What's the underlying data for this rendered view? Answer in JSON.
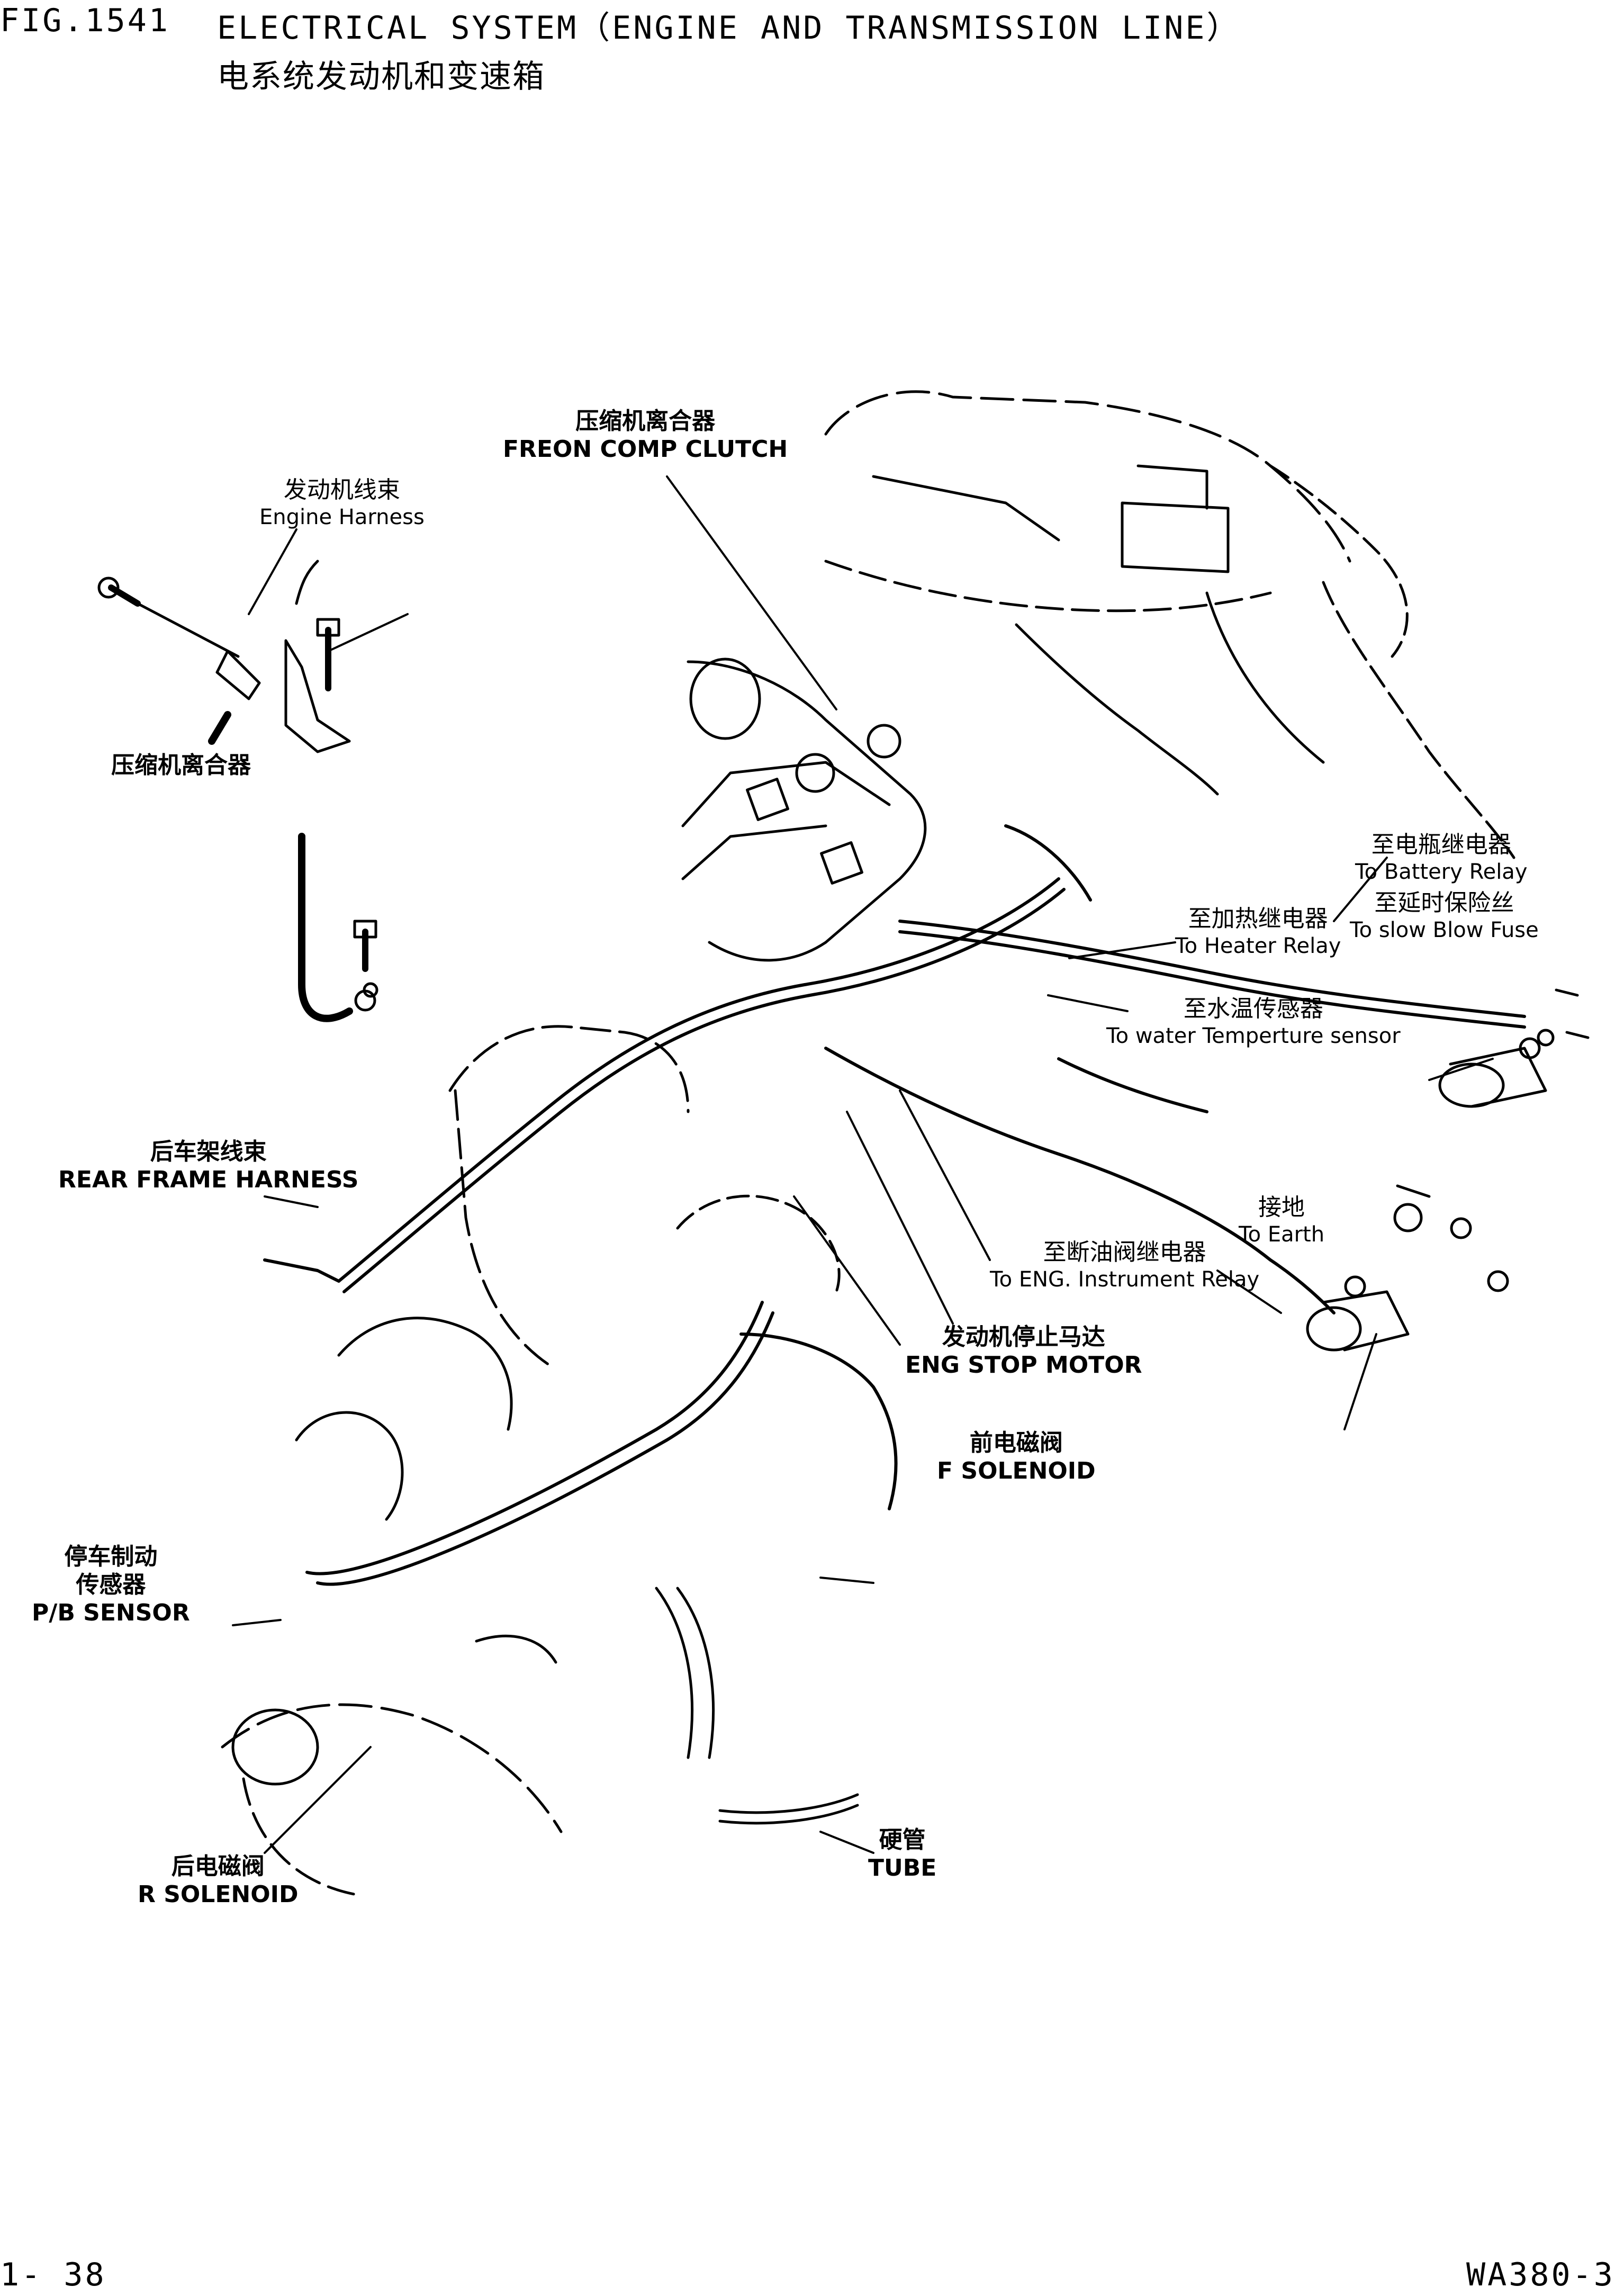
{
  "header": {
    "fig_no": "FIG.1541",
    "title_en": "ELECTRICAL SYSTEM（ENGINE AND TRANSMISSION LINE）",
    "title_zh": "电系统发动机和变速箱"
  },
  "footer": {
    "page": "1- 38",
    "model": "WA380-3"
  },
  "labels": {
    "freon_comp_clutch": {
      "zh": "压缩机离合器",
      "en": "FREON COMP CLUTCH"
    },
    "engine_harness": {
      "zh": "发动机线束",
      "en": "Engine Harness"
    },
    "comp_clutch_left": {
      "zh": "压缩机离合器"
    },
    "battery_relay": {
      "zh": "至电瓶继电器",
      "en": "To Battery Relay"
    },
    "slow_blow_fuse": {
      "zh": "至延时保险丝",
      "en": "To slow Blow Fuse"
    },
    "heater_relay": {
      "zh": "至加热继电器",
      "en": "To Heater Relay"
    },
    "water_temp": {
      "zh": "至水温传感器",
      "en": "To water Temperture sensor"
    },
    "rear_frame_harness": {
      "zh": "后车架线束",
      "en": "REAR FRAME HARNESS"
    },
    "earth": {
      "zh": "接地",
      "en": "To Earth"
    },
    "eng_instrument_relay": {
      "zh": "至断油阀继电器",
      "en": "To ENG. Instrument Relay"
    },
    "eng_stop_motor": {
      "zh": "发动机停止马达",
      "en": "ENG STOP MOTOR"
    },
    "f_solenoid": {
      "zh": "前电磁阀",
      "en": "F SOLENOID"
    },
    "pb_sensor": {
      "zh1": "停车制动",
      "zh2": "传感器",
      "en": "P/B SENSOR"
    },
    "tube": {
      "zh": "硬管",
      "en": "TUBE"
    },
    "r_solenoid": {
      "zh": "后电磁阀",
      "en": "R SOLENOID"
    }
  }
}
